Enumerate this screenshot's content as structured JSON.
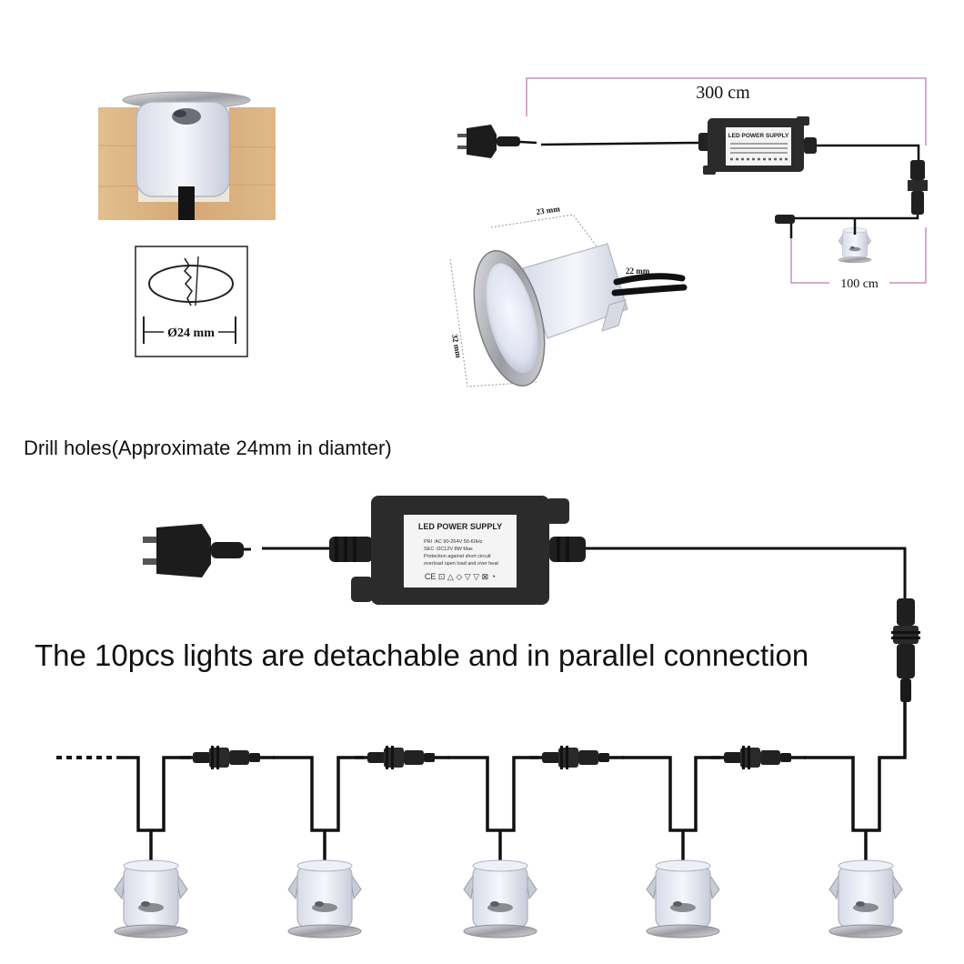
{
  "dimensions": {
    "main_cable": "300 cm",
    "light_cable": "100 cm",
    "hole_diameter": "Ø24 mm",
    "light_diameter": "23 mm",
    "light_depth": "22 mm",
    "light_height": "32 mm"
  },
  "power_supply": {
    "title": "LED POWER SUPPLY",
    "lines": [
      "PRI :AC 90-264V  50-60Hz",
      "SEC :DC12V      8W Max",
      "Protection against short circuit",
      "overload open load and over heat"
    ],
    "symbols": "CE ⊡ △ ◇ ▽ ▽ ⊠ ◔"
  },
  "captions": {
    "drill": "Drill holes(Approximate 24mm in diamter)",
    "parallel": "The 10pcs lights are detachable and in parallel connection"
  },
  "light_count_shown": 5,
  "colors": {
    "wood": "#d9b07e",
    "dimension_line": "#c98fbf",
    "cable": "#111111",
    "adapter_body": "#2b2b2b",
    "label_bg": "#f4f4f4"
  }
}
